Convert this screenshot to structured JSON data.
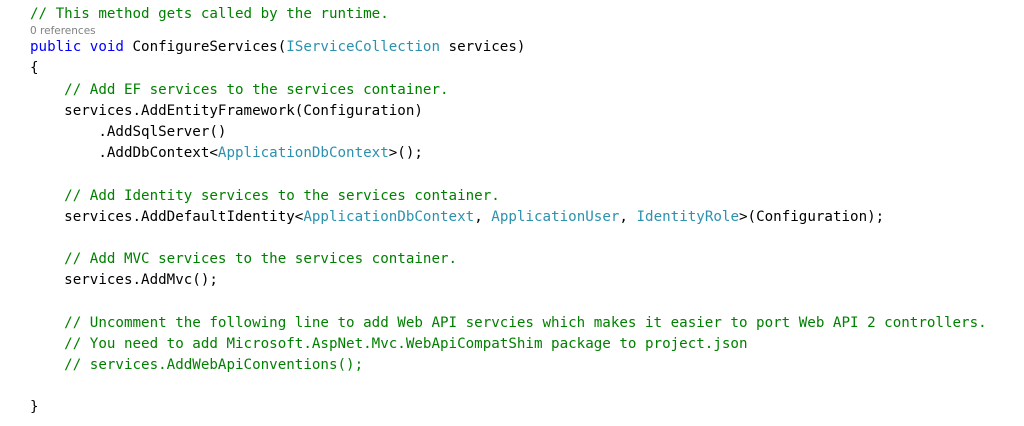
{
  "editor": {
    "codelens": "0 references",
    "lines": [
      [
        {
          "c": "cm",
          "t": "// This method gets called by the runtime."
        }
      ],
      [
        {
          "c": "pl",
          "t": ""
        }
      ],
      [
        {
          "c": "kw",
          "t": "public"
        },
        {
          "c": "pl",
          "t": " "
        },
        {
          "c": "kw",
          "t": "void"
        },
        {
          "c": "pl",
          "t": " ConfigureServices("
        },
        {
          "c": "ty",
          "t": "IServiceCollection"
        },
        {
          "c": "pl",
          "t": " services)"
        }
      ],
      [
        {
          "c": "pl",
          "t": "{"
        }
      ],
      [
        {
          "c": "pl",
          "t": "    "
        },
        {
          "c": "cm",
          "t": "// Add EF services to the services container."
        }
      ],
      [
        {
          "c": "pl",
          "t": "    services.AddEntityFramework(Configuration)"
        }
      ],
      [
        {
          "c": "pl",
          "t": "        .AddSqlServer()"
        }
      ],
      [
        {
          "c": "pl",
          "t": "        .AddDbContext<"
        },
        {
          "c": "ty",
          "t": "ApplicationDbContext"
        },
        {
          "c": "pl",
          "t": ">();"
        }
      ],
      [
        {
          "c": "pl",
          "t": ""
        }
      ],
      [
        {
          "c": "pl",
          "t": "    "
        },
        {
          "c": "cm",
          "t": "// Add Identity services to the services container."
        }
      ],
      [
        {
          "c": "pl",
          "t": "    services.AddDefaultIdentity<"
        },
        {
          "c": "ty",
          "t": "ApplicationDbContext"
        },
        {
          "c": "pl",
          "t": ", "
        },
        {
          "c": "ty",
          "t": "ApplicationUser"
        },
        {
          "c": "pl",
          "t": ", "
        },
        {
          "c": "ty",
          "t": "IdentityRole"
        },
        {
          "c": "pl",
          "t": ">(Configuration);"
        }
      ],
      [
        {
          "c": "pl",
          "t": ""
        }
      ],
      [
        {
          "c": "pl",
          "t": "    "
        },
        {
          "c": "cm",
          "t": "// Add MVC services to the services container."
        }
      ],
      [
        {
          "c": "pl",
          "t": "    services.AddMvc();"
        }
      ],
      [
        {
          "c": "pl",
          "t": ""
        }
      ],
      [
        {
          "c": "pl",
          "t": "    "
        },
        {
          "c": "cm",
          "t": "// Uncomment the following line to add Web API servcies which makes it easier to port Web API 2 controllers."
        }
      ],
      [
        {
          "c": "pl",
          "t": "    "
        },
        {
          "c": "cm",
          "t": "// You need to add Microsoft.AspNet.Mvc.WebApiCompatShim package to project.json"
        }
      ],
      [
        {
          "c": "pl",
          "t": "    "
        },
        {
          "c": "cm",
          "t": "// services.AddWebApiConventions();"
        }
      ],
      [
        {
          "c": "pl",
          "t": ""
        }
      ],
      [
        {
          "c": "pl",
          "t": "}"
        }
      ]
    ]
  },
  "colors": {
    "keyword": "#0000ff",
    "type": "#2b91af",
    "comment": "#008000",
    "codelens": "#808080",
    "background": "#ffffff"
  }
}
